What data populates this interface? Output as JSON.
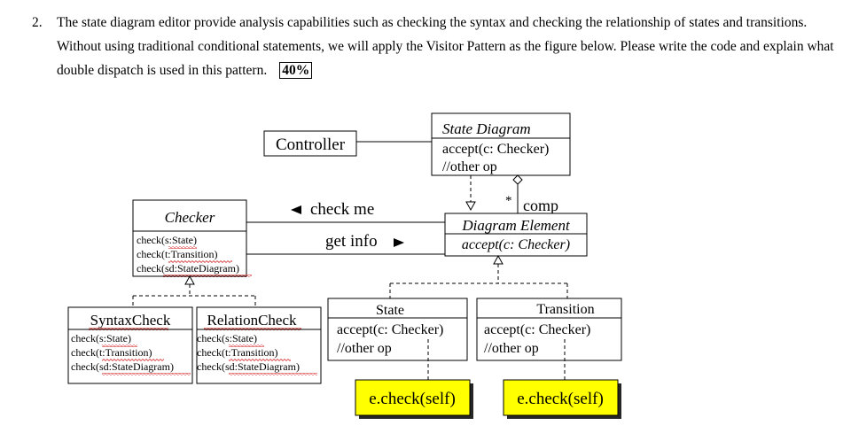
{
  "question": {
    "number": "2.",
    "text": "The state diagram editor provide analysis capabilities such as checking the syntax and checking the relationship of states and transitions. Without using traditional conditional statements, we will apply the Visitor Pattern as the figure below. Please write the code and explain what double dispatch is used in this pattern.",
    "percent": "40%"
  },
  "diagram": {
    "controller": {
      "name": "Controller"
    },
    "state_diagram": {
      "name": "State Diagram",
      "ops": [
        "accept(c: Checker)",
        "//other op"
      ]
    },
    "diagram_element": {
      "name": "Diagram Element",
      "ops": [
        "accept(c: Checker)"
      ]
    },
    "checker": {
      "name": "Checker",
      "ops": [
        "check(s:State)",
        "check(t:Transition)",
        "check(sd:StateDiagram)"
      ]
    },
    "syntax_check": {
      "name": "SyntaxCheck",
      "ops": [
        "check(s:State)",
        "check(t:Transition)",
        "check(sd:StateDiagram)"
      ]
    },
    "relation_check": {
      "name": "RelationCheck",
      "ops": [
        "check(s:State)",
        "check(t:Transition)",
        "check(sd:StateDiagram)"
      ]
    },
    "state": {
      "name": "State",
      "ops": [
        "accept(c: Checker)",
        "//other op"
      ]
    },
    "transition": {
      "name": "Transition",
      "ops": [
        "accept(c: Checker)",
        "//other op"
      ]
    },
    "labels": {
      "check_me": "check me",
      "get_info": "get info",
      "multiplicity": "*",
      "comp": "comp"
    },
    "notes": [
      "e.check(self)",
      "e.check(self)"
    ],
    "note_color": "#ffff00"
  }
}
